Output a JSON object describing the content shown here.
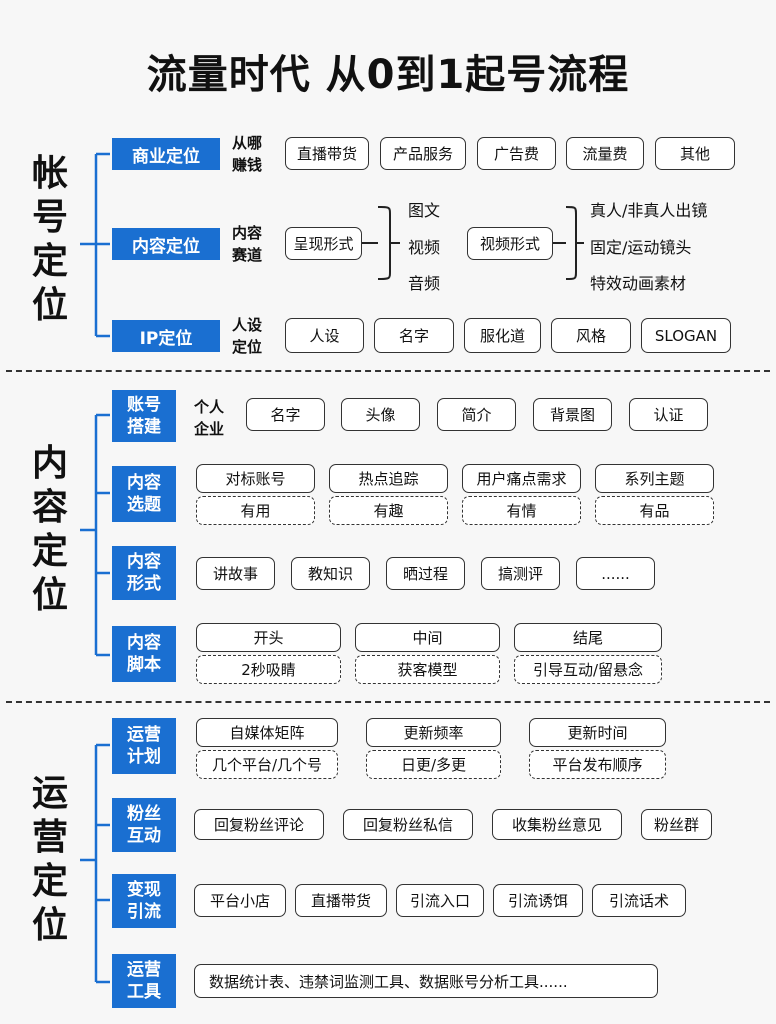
{
  "title": "流量时代  从0到1起号流程",
  "sections": {
    "account": {
      "label": [
        "帐",
        "号",
        "定",
        "位"
      ],
      "commercial": {
        "label": "商业定位",
        "sub": "从哪赚钱",
        "items": [
          "直播带货",
          "产品服务",
          "广告费",
          "流量费",
          "其他"
        ]
      },
      "content": {
        "label": "内容定位",
        "sub": "内容赛道",
        "form": "呈现形式",
        "forms": [
          "图文",
          "视频",
          "音频"
        ],
        "video_form": "视频形式",
        "video_forms": [
          "真人/非真人出镜",
          "固定/运动镜头",
          "特效动画素材"
        ]
      },
      "ip": {
        "label": "IP定位",
        "sub": "人设定位",
        "items": [
          "人设",
          "名字",
          "服化道",
          "风格",
          "SLOGAN"
        ]
      }
    },
    "content": {
      "label": [
        "内",
        "容",
        "定",
        "位"
      ],
      "setup": {
        "label": "账号搭建",
        "sub": "个人企业",
        "items": [
          "名字",
          "头像",
          "简介",
          "背景图",
          "认证"
        ]
      },
      "topic": {
        "label": "内容选题",
        "items": [
          "对标账号",
          "热点追踪",
          "用户痛点需求",
          "系列主题"
        ],
        "dashed": [
          "有用",
          "有趣",
          "有情",
          "有品"
        ]
      },
      "form": {
        "label": "内容形式",
        "items": [
          "讲故事",
          "教知识",
          "晒过程",
          "搞测评",
          "......"
        ]
      },
      "script": {
        "label": "内容脚本",
        "items": [
          "开头",
          "中间",
          "结尾"
        ],
        "dashed": [
          "2秒吸睛",
          "获客模型",
          "引导互动/留悬念"
        ]
      }
    },
    "ops": {
      "label": [
        "运",
        "营",
        "定",
        "位"
      ],
      "plan": {
        "label": "运营计划",
        "items": [
          "自媒体矩阵",
          "更新频率",
          "更新时间"
        ],
        "dashed": [
          "几个平台/几个号",
          "日更/多更",
          "平台发布顺序"
        ]
      },
      "fans": {
        "label": "粉丝互动",
        "items": [
          "回复粉丝评论",
          "回复粉丝私信",
          "收集粉丝意见",
          "粉丝群"
        ]
      },
      "monetize": {
        "label": "变现引流",
        "items": [
          "平台小店",
          "直播带货",
          "引流入口",
          "引流诱饵",
          "引流话术"
        ]
      },
      "tools": {
        "label": "运营工具",
        "text": "数据统计表、违禁词监测工具、数据账号分析工具......"
      }
    }
  },
  "colors": {
    "accent": "#1a6fd1",
    "line": "#1a6fd1"
  }
}
